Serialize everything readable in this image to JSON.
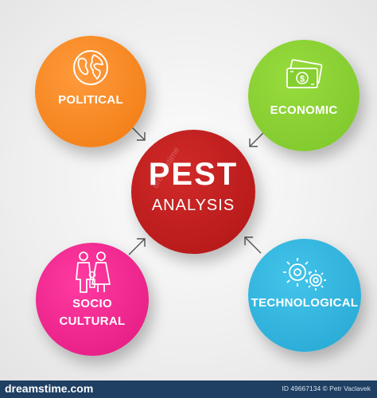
{
  "diagram": {
    "center": {
      "title": "PEST",
      "subtitle": "ANALYSIS",
      "color": "#c01d1d"
    },
    "nodes": [
      {
        "id": "political",
        "label": "POLITICAL",
        "icon": "globe-icon",
        "color": "#f7861c"
      },
      {
        "id": "economic",
        "label": "ECONOMIC",
        "icon": "money-icon",
        "color": "#86cf30"
      },
      {
        "id": "socio",
        "line1": "SOCIO",
        "line2": "CULTURAL",
        "icon": "family-icon",
        "color": "#ec2a8d"
      },
      {
        "id": "technological",
        "label": "TECHNOLOGICAL",
        "icon": "gears-icon",
        "color": "#31b5df"
      }
    ]
  },
  "watermark": {
    "text": "dreamstime"
  },
  "footer": {
    "brand": "dreamstime.com",
    "credit": "ID 49667134 © Petr Vaclavek",
    "color": "#1f3f63"
  }
}
